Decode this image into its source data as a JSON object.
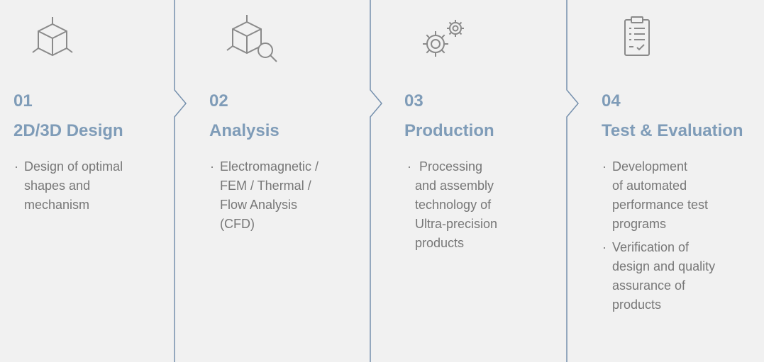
{
  "steps": [
    {
      "number": "01",
      "title": "2D/3D Design",
      "icon": "cube-icon",
      "items": [
        [
          "Design of optimal",
          "shapes and",
          "mechanism"
        ]
      ]
    },
    {
      "number": "02",
      "title": "Analysis",
      "icon": "cube-search-icon",
      "items": [
        [
          "Electromagnetic /",
          "FEM / Thermal /",
          "Flow Analysis",
          "(CFD)"
        ]
      ]
    },
    {
      "number": "03",
      "title": "Production",
      "icon": "gears-icon",
      "items": [
        [
          "Processing",
          "and assembly",
          "technology of",
          "Ultra-precision",
          "products"
        ]
      ]
    },
    {
      "number": "04",
      "title": "Test & Evaluation",
      "icon": "checklist-icon",
      "items": [
        [
          "Development",
          "of automated",
          "performance test",
          "programs"
        ],
        [
          "Verification of",
          "design and quality",
          "assurance of",
          "products"
        ]
      ]
    }
  ],
  "bullet": "·",
  "colors": {
    "background": "#f1f1f1",
    "accent": "#7f9cb8",
    "divider": "#7590ad",
    "text": "#777777",
    "icon": "#8a8a8a"
  }
}
